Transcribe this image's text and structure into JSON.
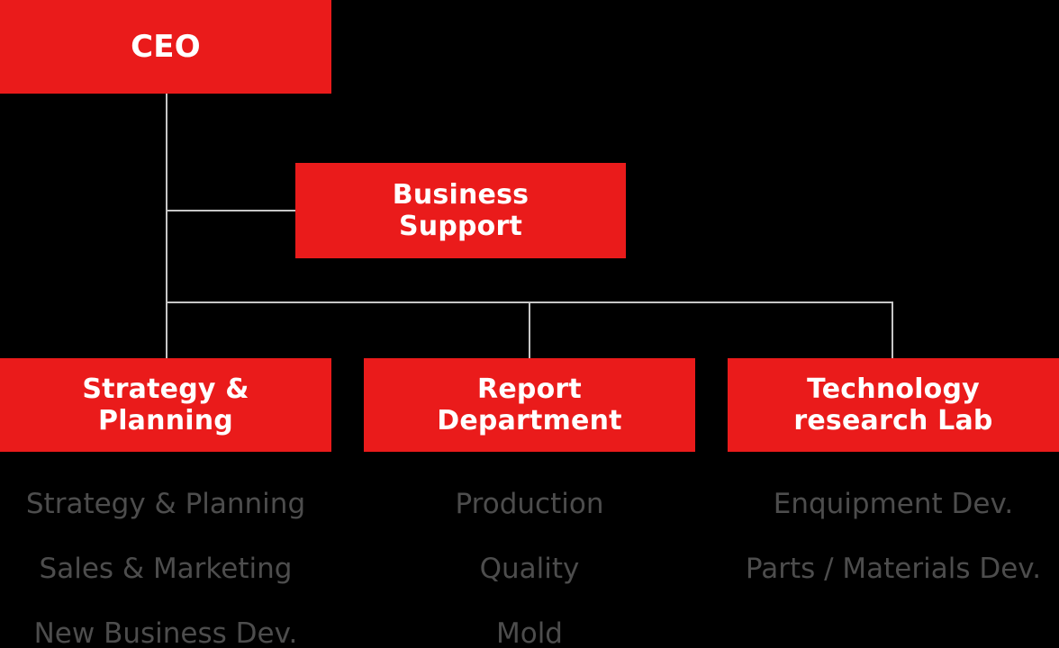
{
  "theme": {
    "background": "#000000",
    "node_fill": "#EA1B1B",
    "node_text": "#FFFFFF",
    "connector": "#C6C6C6",
    "subitem_text": "#4D4D4D"
  },
  "chart_title": "",
  "nodes": {
    "ceo": {
      "label": "CEO"
    },
    "business_support": {
      "label": "Business\nSupport"
    },
    "strategy": {
      "label": "Strategy &\nPlanning"
    },
    "report": {
      "label": "Report\nDepartment"
    },
    "techlab": {
      "label": "Technology\nresearch Lab"
    }
  },
  "subitems": {
    "strategy": [
      {
        "label": "Strategy & Planning"
      },
      {
        "label": "Sales & Marketing"
      },
      {
        "label": "New Business Dev."
      }
    ],
    "report": [
      {
        "label": "Production"
      },
      {
        "label": "Quality"
      },
      {
        "label": "Mold"
      }
    ],
    "techlab": [
      {
        "label": "Enquipment Dev."
      },
      {
        "label": "Parts / Materials Dev."
      },
      {
        "label": ""
      }
    ]
  }
}
